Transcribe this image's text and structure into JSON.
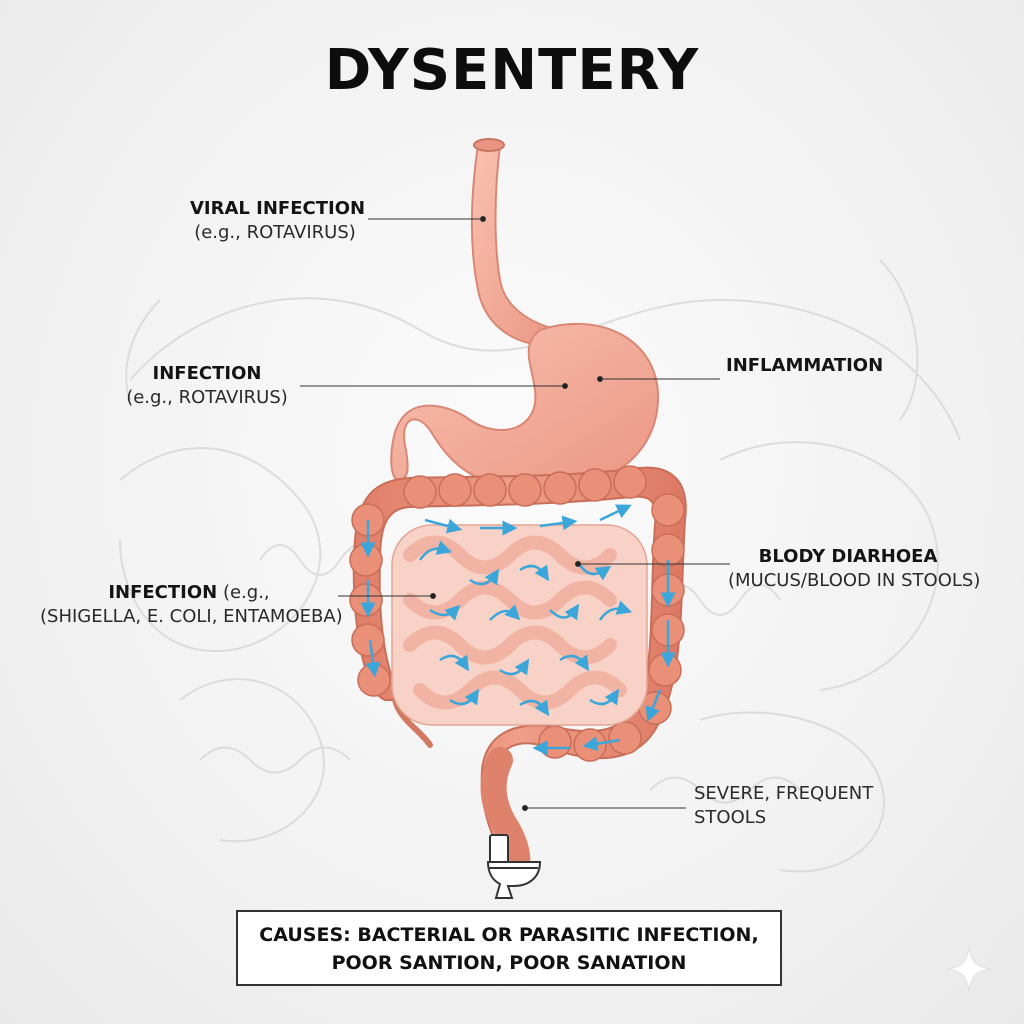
{
  "title": "DYSENTERY",
  "labels": {
    "viral": {
      "main": "VIRAL INFECTION",
      "sub": "(e.g., ROTAVIRUS)"
    },
    "infection_stomach": {
      "main": "INFECTION",
      "sub": "(e.g., ROTAVIRUS)"
    },
    "inflammation": {
      "main": "INFLAMMATION"
    },
    "infection_intestine": {
      "main": "INFECTION",
      "main_suffix": " (e.g.,",
      "sub": "(SHIGELLA, E. COLI, ENTAMOEBA)"
    },
    "bloody": {
      "main": "BLODY DIARHOEA",
      "sub": "(MUCUS/BLOOD IN STOOLS)"
    },
    "stools": {
      "line1": "SEVERE, FREQUENT",
      "line2": "STOOLS"
    }
  },
  "causes": {
    "line1": "CAUSES: BACTERIAL OR PARASITIC INFECTION,",
    "line2": "POOR SANTION, POOR SANATION"
  },
  "colors": {
    "organ": "#f2a592",
    "organ_dark": "#d9735f",
    "colon": "#e58a74",
    "flow_arrow": "#3aa6d9",
    "leader_line": "#333333"
  },
  "icons": [
    "toilet-icon",
    "sparkle-icon"
  ]
}
